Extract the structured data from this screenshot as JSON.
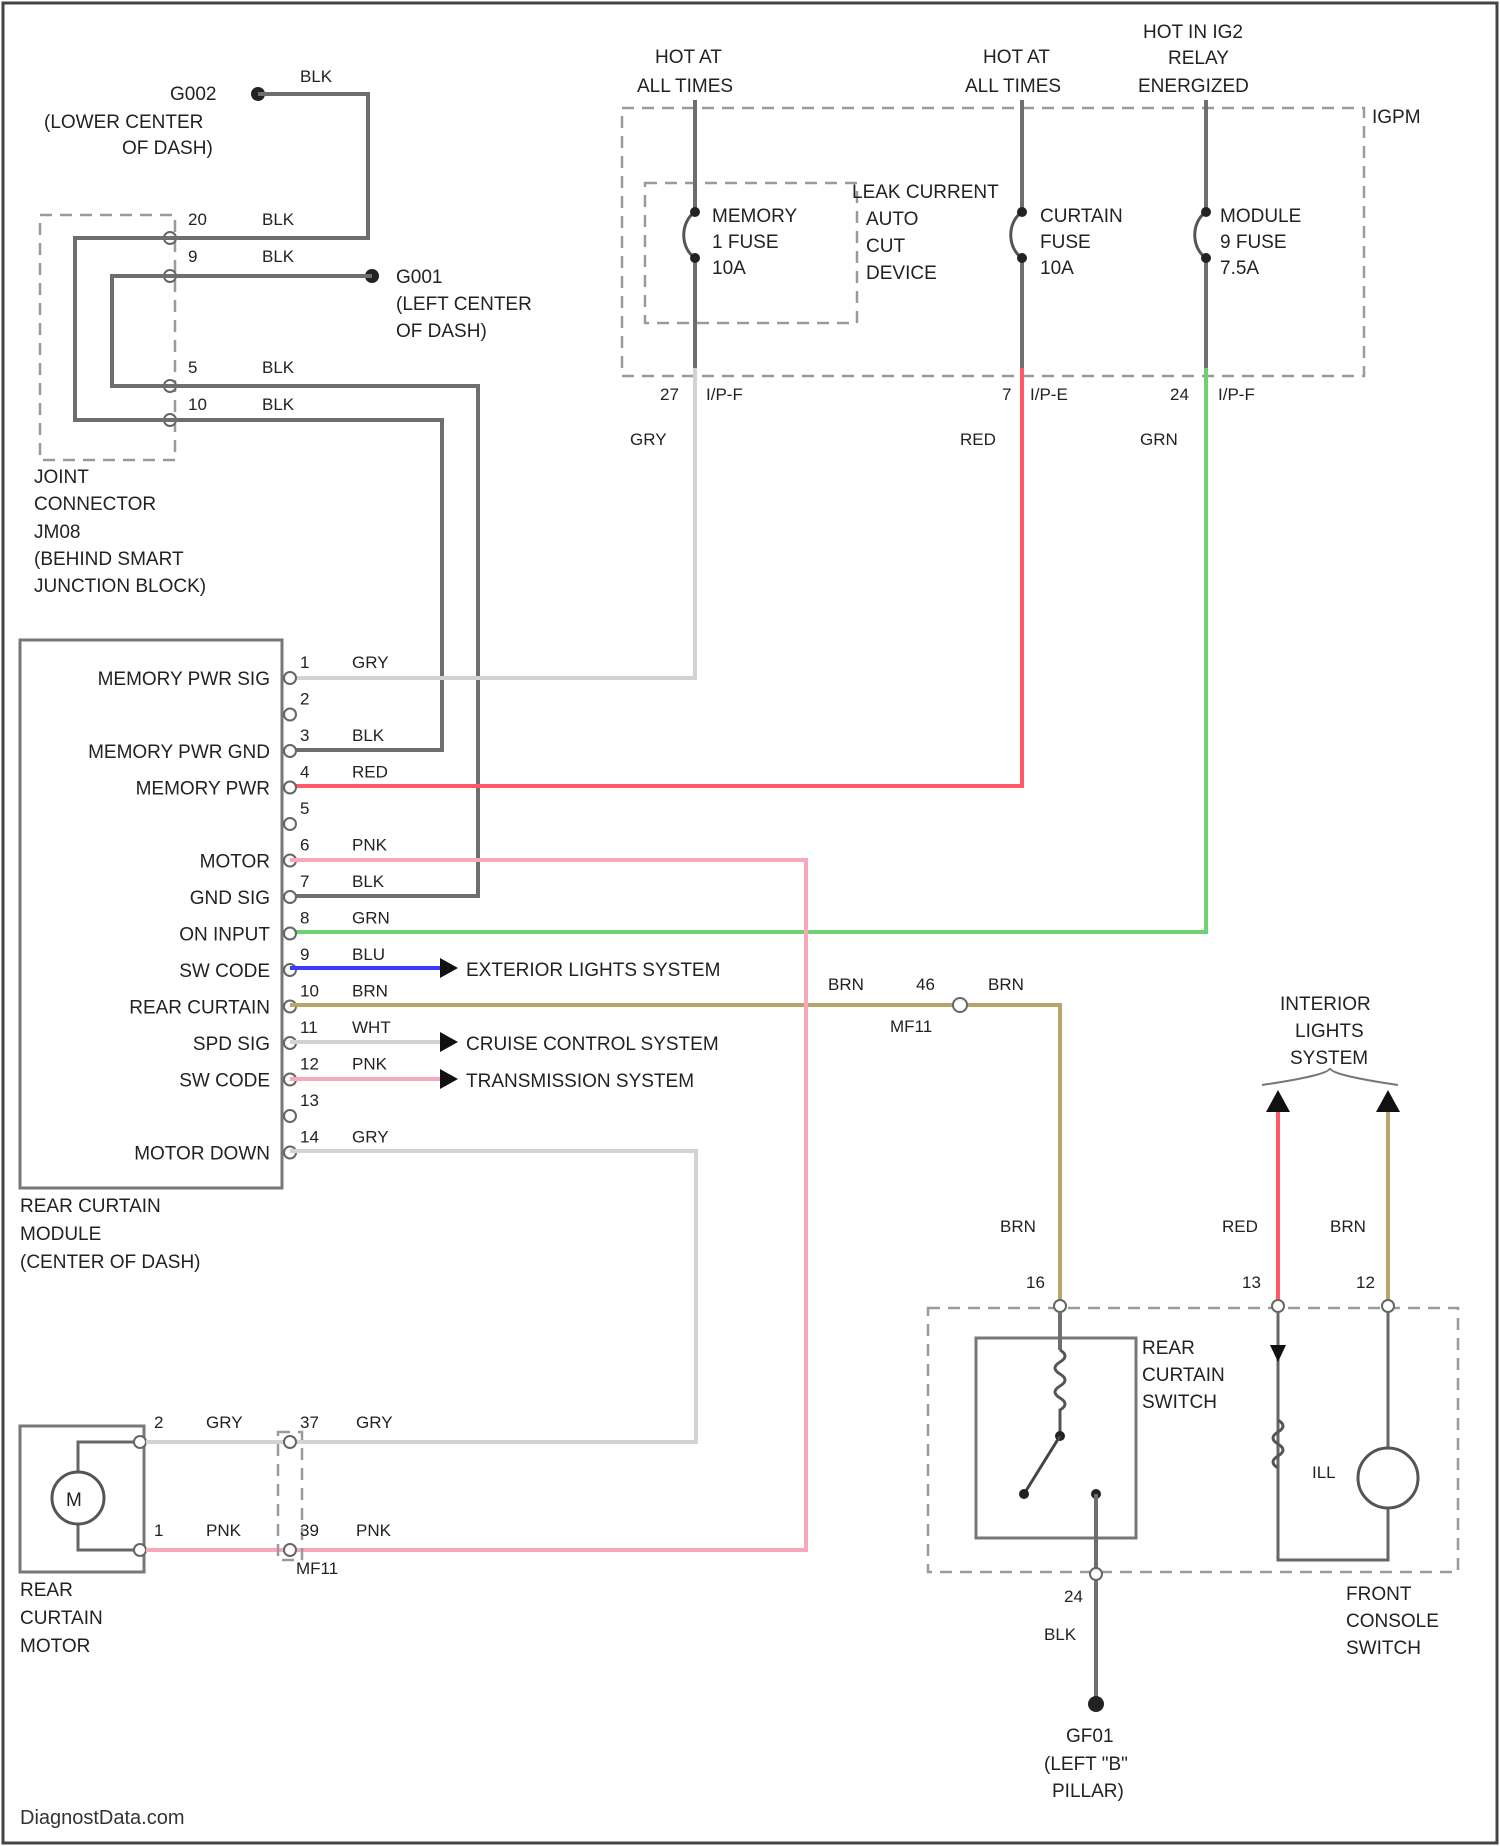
{
  "ground_top": {
    "id": "G002",
    "location": [
      "(LOWER CENTER",
      "OF DASH)"
    ],
    "wire": "BLK"
  },
  "ground_g001": {
    "id": "G001",
    "location": [
      "(LEFT CENTER",
      "OF DASH)"
    ]
  },
  "joint_connector": {
    "label": [
      "JOINT",
      "CONNECTOR",
      "JM08",
      "(BEHIND SMART",
      "JUNCTION BLOCK)"
    ],
    "pins": [
      {
        "pin": "20",
        "wire": "BLK"
      },
      {
        "pin": "9",
        "wire": "BLK"
      },
      {
        "pin": "5",
        "wire": "BLK"
      },
      {
        "pin": "10",
        "wire": "BLK"
      }
    ]
  },
  "power_headers": [
    [
      "HOT AT",
      "ALL TIMES"
    ],
    [
      "HOT AT",
      "ALL TIMES"
    ],
    [
      "HOT IN IG2",
      "RELAY",
      "ENERGIZED"
    ]
  ],
  "ipm": {
    "label": "IGPM",
    "fuses": [
      [
        "MEMORY",
        "1 FUSE",
        "10A"
      ],
      [
        "CURTAIN",
        "FUSE",
        "10A"
      ],
      [
        "MODULE",
        "9 FUSE",
        "7.5A"
      ]
    ],
    "leak_device": [
      "LEAK CURRENT",
      "AUTO",
      "CUT",
      "DEVICE"
    ],
    "outputs": [
      {
        "pin": "27",
        "conn": "I/P-F",
        "wire": "GRY"
      },
      {
        "pin": "7",
        "conn": "I/P-E",
        "wire": "RED"
      },
      {
        "pin": "24",
        "conn": "I/P-F",
        "wire": "GRN"
      }
    ]
  },
  "module": {
    "label": [
      "REAR CURTAIN",
      "MODULE",
      "(CENTER OF DASH)"
    ],
    "rows": [
      {
        "pin": "1",
        "name": "MEMORY PWR SIG",
        "wire": "GRY"
      },
      {
        "pin": "2",
        "name": "",
        "wire": ""
      },
      {
        "pin": "3",
        "name": "MEMORY PWR GND",
        "wire": "BLK"
      },
      {
        "pin": "4",
        "name": "MEMORY PWR",
        "wire": "RED"
      },
      {
        "pin": "5",
        "name": "",
        "wire": ""
      },
      {
        "pin": "6",
        "name": "MOTOR",
        "wire": "PNK"
      },
      {
        "pin": "7",
        "name": "GND SIG",
        "wire": "BLK"
      },
      {
        "pin": "8",
        "name": "ON INPUT",
        "wire": "GRN"
      },
      {
        "pin": "9",
        "name": "SW CODE",
        "wire": "BLU"
      },
      {
        "pin": "10",
        "name": "REAR CURTAIN",
        "wire": "BRN"
      },
      {
        "pin": "11",
        "name": "SPD SIG",
        "wire": "WHT"
      },
      {
        "pin": "12",
        "name": "SW CODE",
        "wire": "PNK"
      },
      {
        "pin": "13",
        "name": "",
        "wire": ""
      },
      {
        "pin": "14",
        "name": "MOTOR DOWN",
        "wire": "GRY"
      }
    ]
  },
  "systems": [
    "EXTERIOR LIGHTS SYSTEM",
    "CRUISE CONTROL SYSTEM",
    "TRANSMISSION SYSTEM"
  ],
  "inline_mf11": {
    "wire_in": "BRN",
    "pin": "46",
    "wire_out": "BRN",
    "conn": "MF11"
  },
  "interior_lights": [
    "INTERIOR",
    "LIGHTS",
    "SYSTEM"
  ],
  "front_console": {
    "label": [
      "FRONT",
      "CONSOLE",
      "SWITCH"
    ],
    "switch_label": [
      "REAR",
      "CURTAIN",
      "SWITCH"
    ],
    "illum": "ILL",
    "pins": [
      {
        "pin": "16",
        "wire": "BRN"
      },
      {
        "pin": "13",
        "wire": "RED"
      },
      {
        "pin": "12",
        "wire": "BRN"
      },
      {
        "pin": "24",
        "wire": "BLK"
      }
    ]
  },
  "ground_bottom": {
    "id": "GF01",
    "location": [
      "(LEFT \"B\"",
      "PILLAR)"
    ]
  },
  "motor": {
    "label": [
      "REAR",
      "CURTAIN",
      "MOTOR"
    ],
    "symbol": "M",
    "pins": [
      {
        "pin": "2",
        "wire": "GRY",
        "conn_pin": "37",
        "conn_wire": "GRY"
      },
      {
        "pin": "1",
        "wire": "PNK",
        "conn_pin": "39",
        "conn_wire": "PNK"
      }
    ],
    "connector": "MF11"
  },
  "footer": "DiagnostData.com"
}
